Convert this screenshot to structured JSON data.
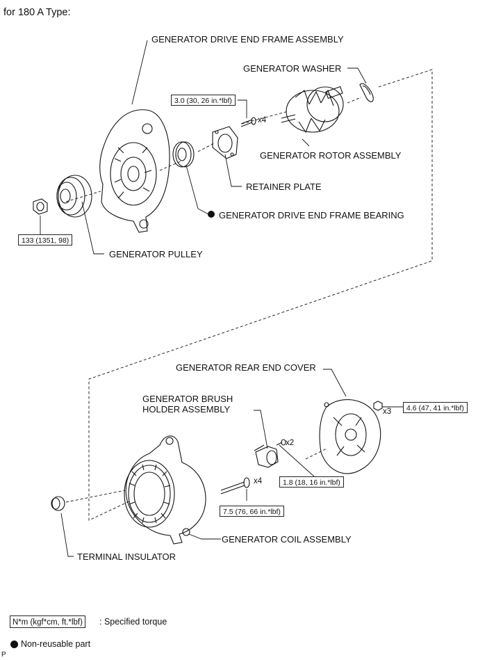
{
  "header": {
    "title": "for 180 A Type:"
  },
  "labels": {
    "drive_end_frame": "GENERATOR DRIVE END FRAME ASSEMBLY",
    "washer": "GENERATOR WASHER",
    "rotor": "GENERATOR ROTOR ASSEMBLY",
    "retainer_plate": "RETAINER PLATE",
    "drive_end_bearing": "GENERATOR DRIVE END FRAME BEARING",
    "pulley": "GENERATOR PULLEY",
    "rear_end_cover": "GENERATOR REAR END COVER",
    "brush_holder": "GENERATOR BRUSH\nHOLDER ASSEMBLY",
    "coil": "GENERATOR COIL ASSEMBLY",
    "terminal_insulator": "TERMINAL INSULATOR"
  },
  "torques": {
    "retainer_screw": "3.0 (30, 26 in.*lbf)",
    "pulley_nut": "133 (1351, 98)",
    "rear_cover_nut": "4.6 (47, 41 in.*lbf)",
    "brush_screw": "1.8 (18, 16 in.*lbf)",
    "through_bolt": "7.5 (76, 66 in.*lbf)"
  },
  "quantities": {
    "retainer_screw": "x4",
    "rear_cover_nut": "x3",
    "brush_screw": "x2",
    "through_bolt": "x4"
  },
  "legend": {
    "torque_format": "N*m (kgf*cm, ft.*lbf)",
    "torque_desc": ": Specified torque",
    "nonreusable": "Non-reusable part"
  },
  "footer": {
    "code": "P"
  },
  "colors": {
    "line": "#111111",
    "background": "#ffffff"
  }
}
